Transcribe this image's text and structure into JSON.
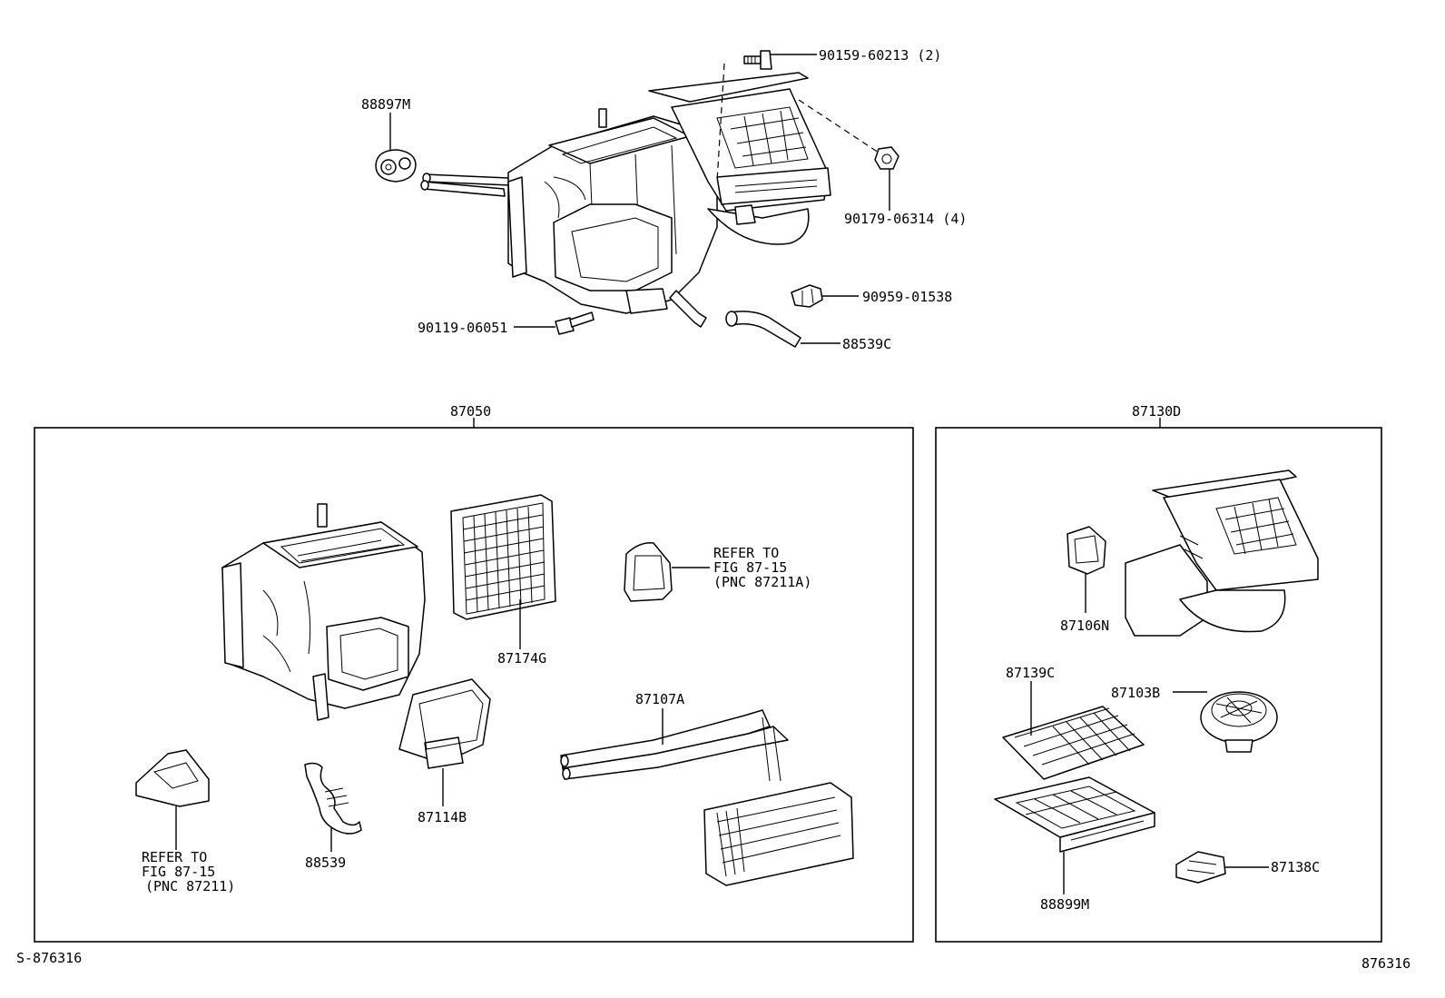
{
  "labels": {
    "p_90159": "90159-60213 (2)",
    "p_88897m": "88897M",
    "p_90179": "90179-06314 (4)",
    "p_90959": "90959-01538",
    "p_90119": "90119-06051",
    "p_88539c": "88539C",
    "p_87050": "87050",
    "p_87130d": "87130D",
    "p_87174g": "87174G",
    "refer_a_1": "REFER TO",
    "refer_a_2": "FIG 87-15",
    "refer_a_3": "(PNC 87211A)",
    "p_87107a": "87107A",
    "p_87114b": "87114B",
    "p_88539": "88539",
    "refer_b_1": "REFER TO",
    "refer_b_2": "FIG 87-15",
    "refer_b_3": "(PNC 87211)",
    "p_87106n": "87106N",
    "p_87139c": "87139C",
    "p_87103b": "87103B",
    "p_87138c": "87138C",
    "p_88899m": "88899M",
    "footer_left": "S-876316",
    "footer_right": "876316"
  },
  "icons": [
    "heater-unit-icon",
    "blower-unit-icon",
    "filter-icon",
    "heater-core-icon",
    "blower-motor-icon",
    "servo-icon",
    "bolt-icon",
    "nut-icon",
    "clamp-icon",
    "hose-icon",
    "grommet-icon"
  ]
}
